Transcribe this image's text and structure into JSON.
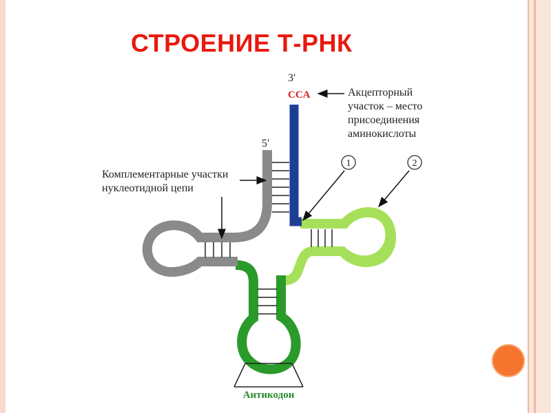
{
  "slide": {
    "title": "СТРОЕНИЕ Т-РНК"
  },
  "diagram": {
    "three_prime": "3′",
    "five_prime": "5′",
    "cca": "CCA",
    "acceptor_lines": [
      "Акцепторный",
      "участок – место",
      "присоединения",
      "аминокислоты"
    ],
    "complementary_lines": [
      "Комплементарные участки",
      "нуклеотидной цепи"
    ],
    "marker_1": "1",
    "marker_2": "2",
    "anticodon": "Антикодон"
  },
  "colors": {
    "title": "#e8190e",
    "acceptor_stem": "#1c3f94",
    "gray_arm": "#8a8a8a",
    "dark_green_arm": "#2a9a2a",
    "light_green_arm": "#a6e05a",
    "cca": "#d42020",
    "anticodon_label": "#2a8a2a",
    "accent_dot": "#f5752e"
  }
}
